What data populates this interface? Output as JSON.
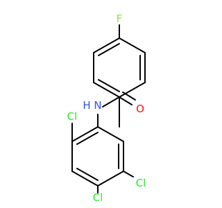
{
  "molecule": {
    "atoms": [
      {
        "id": "F",
        "label": "F",
        "color": "#90e050"
      },
      {
        "id": "O",
        "label": "O",
        "color": "#ff0d0d"
      },
      {
        "id": "N",
        "label": "N",
        "color": "#3050f8"
      },
      {
        "id": "H",
        "label": "H",
        "color": "#3050f8"
      },
      {
        "id": "Cl2",
        "label": "Cl",
        "color": "#1ff01f"
      },
      {
        "id": "Cl4",
        "label": "Cl",
        "color": "#1ff01f"
      },
      {
        "id": "Cl5",
        "label": "Cl",
        "color": "#1ff01f"
      }
    ],
    "bond_color": "#000000",
    "background": "#ffffff"
  }
}
